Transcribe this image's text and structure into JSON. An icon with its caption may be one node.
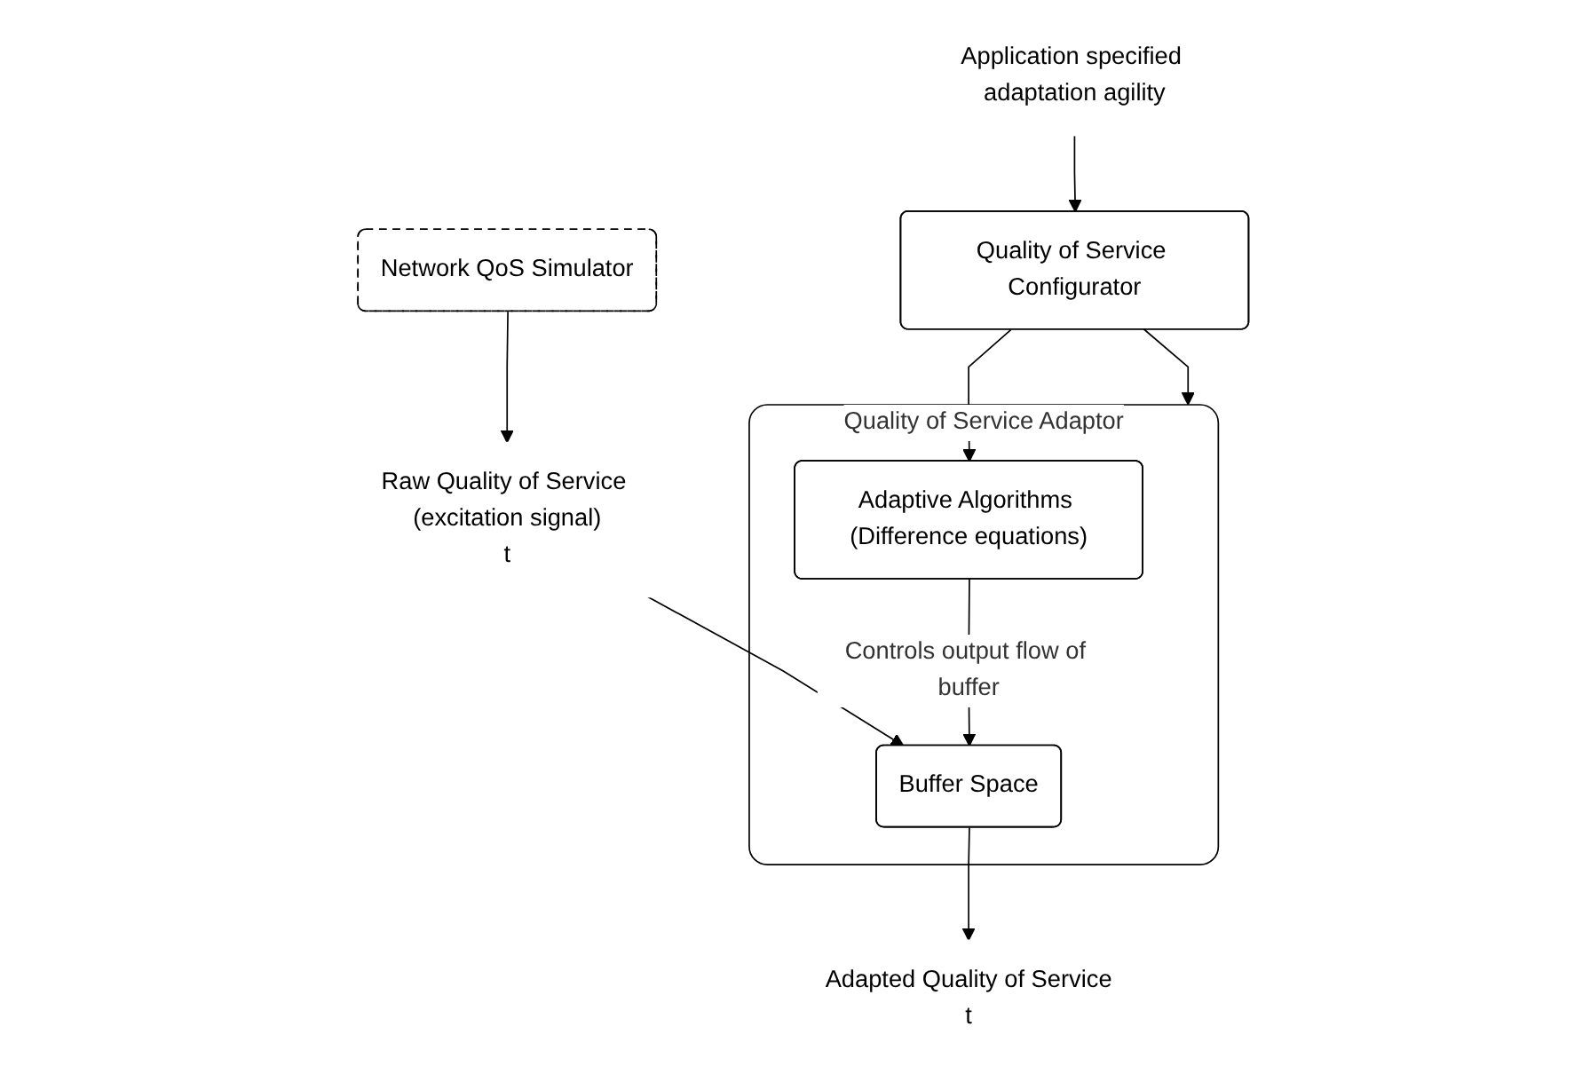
{
  "diagram": {
    "nodes": [
      {
        "text": [
          "Application specified adaptation agility"
        ]
      },
      {
        "text": [
          "Quality of Service Configurator"
        ]
      },
      {
        "text": [
          "Quality of Service Adaptor"
        ]
      },
      {
        "text": [
          "Buffer Space"
        ],
        "in": 2
      },
      {
        "text": [
          "Adaptive Algorithms (Difference equations)"
        ],
        "in": 2
      },
      {
        "text": [
          "Raw Quality of Service (excitation signal)",
          "t"
        ]
      },
      {
        "text": [
          "Network QoS Simulator"
        ]
      },
      {
        "text": [
          "Adapted Quality of Service",
          "t"
        ]
      }
    ],
    "edges": [
      {
        "from": 0,
        "to": 1,
        "arrow": "to"
      },
      {
        "from": 1,
        "to": 2,
        "arrow": "to"
      },
      {
        "from": 1,
        "to": 4,
        "arrow": "to"
      },
      {
        "from": 5,
        "to": 3,
        "arrow": "to"
      },
      {
        "from": 6,
        "to": 5,
        "arrow": "to"
      },
      {
        "from": 4,
        "to": 3,
        "label": "Controls output flow of buffer",
        "arrow": "to"
      },
      {
        "from": 3,
        "to": 7,
        "arrow": "to"
      }
    ]
  }
}
